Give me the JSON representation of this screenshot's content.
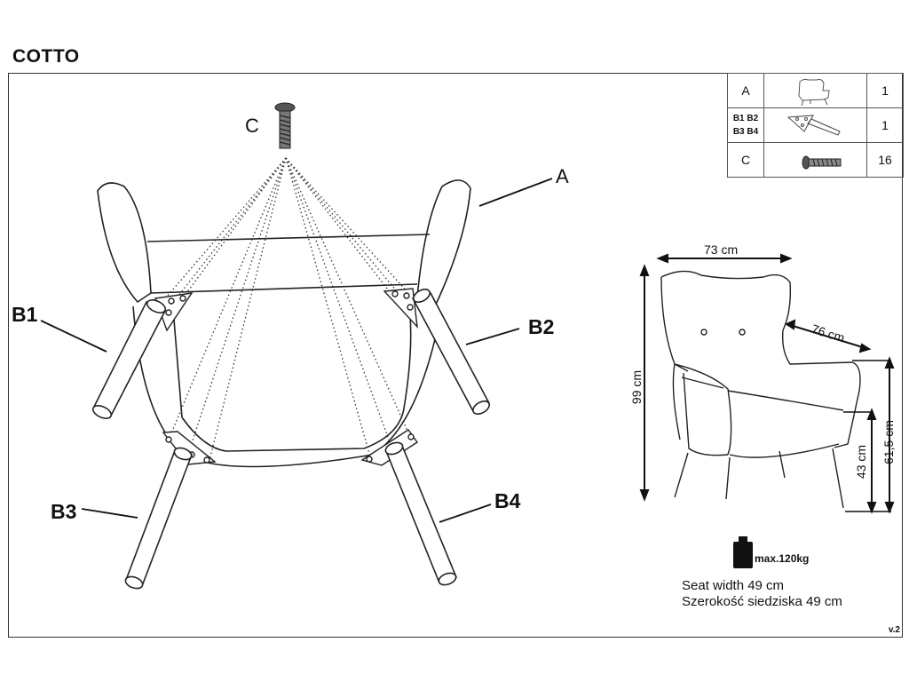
{
  "title": "COTTO",
  "version": "v.2",
  "labels": {
    "screw": "C",
    "seat": "A",
    "leg1": "B1",
    "leg2": "B2",
    "leg3": "B3",
    "leg4": "B4"
  },
  "parts": [
    {
      "code": "A",
      "icon": "armchair-icon",
      "qty": "1"
    },
    {
      "code_line1": "B1 B2",
      "code_line2": "B3 B4",
      "icon": "leg-with-bracket-icon",
      "qty": "1"
    },
    {
      "code": "C",
      "icon": "bolt-icon",
      "qty": "16"
    }
  ],
  "dimensions": {
    "width": "73 cm",
    "depth": "76 cm",
    "height": "99 cm",
    "armrest_height": "61,5 cm",
    "seat_height": "43 cm"
  },
  "max_load": "max.120kg",
  "seat_width_en": "Seat width 49 cm",
  "seat_width_pl": "Szerokość siedziska 49 cm"
}
